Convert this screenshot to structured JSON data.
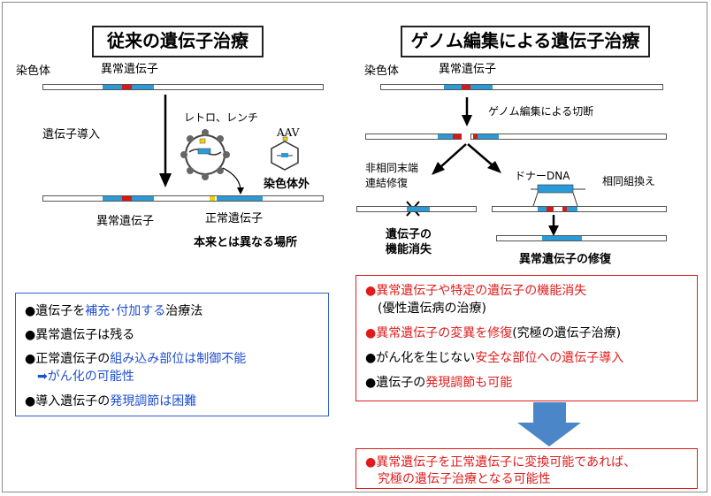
{
  "left": {
    "title": "従来の遺伝子治療",
    "chromosome_label": "染色体",
    "abnormal_gene_top": "異常遺伝子",
    "gene_transfer": "遺伝子導入",
    "retro_lenti": "レトロ、レンチ",
    "aav": "AAV",
    "outside_chromosome": "染色体外",
    "abnormal_gene_bottom": "異常遺伝子",
    "normal_gene": "正常遺伝子",
    "different_site": "本来とは異なる場所"
  },
  "right": {
    "title": "ゲノム編集による遺伝子治療",
    "chromosome_label": "染色体",
    "abnormal_gene_top": "異常遺伝子",
    "cut_label": "ゲノム編集による切断",
    "nhej_line1": "非相同末端",
    "nhej_line2": "連結修復",
    "donor_dna": "ドナーDNA",
    "homologous": "相同組換え",
    "loss_line1": "遺伝子の",
    "loss_line2": "機能消失",
    "repair": "異常遺伝子の修復"
  },
  "left_box": {
    "items": [
      {
        "bullet": "●",
        "p1": "遺伝子を",
        "p2": "補充･付加する",
        "p3": "治療法"
      },
      {
        "bullet": "●",
        "p1": "異常遺伝子は残る"
      },
      {
        "bullet": "●",
        "p1": "正常遺伝子の",
        "p2": "組み込み部位は制御不能"
      },
      {
        "bullet": "",
        "p1": "➡がん化の可能性"
      },
      {
        "bullet": "●",
        "p1": "導入遺伝子の",
        "p2": "発現調節は困難"
      }
    ]
  },
  "right_box": {
    "items": [
      {
        "bullet": "●",
        "p1": "異常遺伝子や特定の遺伝子の機能消失"
      },
      {
        "bullet": "",
        "p1": "(優性遺伝病の治療)"
      },
      {
        "bullet": "●",
        "p1": "異常遺伝子の変異を",
        "p2": "修復",
        "p3": "(究極の遺伝子治療)"
      },
      {
        "bullet": "●",
        "p1": "がん化を生じない",
        "p2": "安全な部位への遺伝子導入"
      },
      {
        "bullet": "●",
        "p1": "遺伝子の",
        "p2": "発現調節も可能"
      }
    ]
  },
  "conclusion": {
    "bullet": "●",
    "line1": "異常遺伝子を正常遺伝子に変換可能であれば、",
    "line2": "究極の遺伝子治療となる可能性"
  },
  "colors": {
    "gene_blue": "#2a9bd6",
    "mutation_red": "#d81818",
    "text_blue": "#1f4fd1",
    "text_red": "#e01b1b",
    "arrow_blue": "#4a86c8",
    "box_red": "#e01b1b",
    "box_blue": "#2f5fc8"
  }
}
